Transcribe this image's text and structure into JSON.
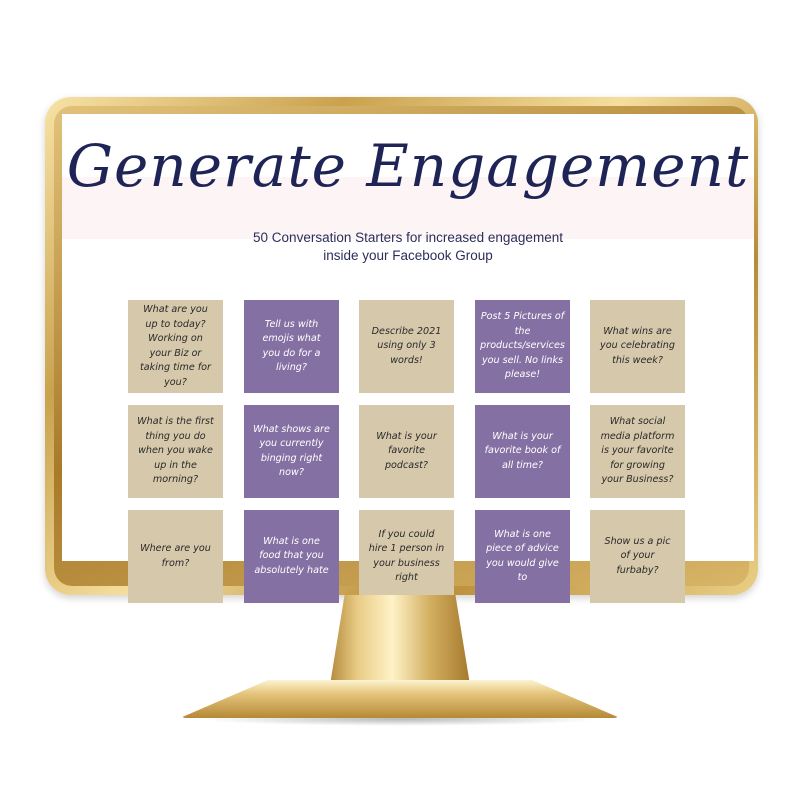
{
  "screen": {
    "title": "Generate Engagement",
    "subtitle_line1": "50 Conversation Starters for increased engagement",
    "subtitle_line2": "inside your Facebook Group"
  },
  "cards": [
    {
      "text": "What are you up to today? Working on your Biz or taking time for you?",
      "color": "beige"
    },
    {
      "text": "Tell us with emojis what you do for a living?",
      "color": "purple"
    },
    {
      "text": "Describe 2021 using only 3 words!",
      "color": "beige"
    },
    {
      "text": "Post 5 Pictures of the products/services you sell. No links please!",
      "color": "purple"
    },
    {
      "text": "What wins are you celebrating this week?",
      "color": "beige"
    },
    {
      "text": "What is the first thing you do when you wake up in the morning?",
      "color": "beige"
    },
    {
      "text": "What shows are you currently binging right now?",
      "color": "purple"
    },
    {
      "text": "What is your favorite podcast?",
      "color": "beige"
    },
    {
      "text": "What is your favorite book of all time?",
      "color": "purple"
    },
    {
      "text": "What social media platform is your favorite for growing your Business?",
      "color": "beige"
    },
    {
      "text": "Where are you from?",
      "color": "beige"
    },
    {
      "text": "What is one food that you absolutely hate",
      "color": "purple"
    },
    {
      "text": "If you could hire 1 person in your business right",
      "color": "beige"
    },
    {
      "text": "What is one piece of advice you would give to",
      "color": "purple"
    },
    {
      "text": "Show us a pic of your furbaby?",
      "color": "beige"
    }
  ],
  "colors": {
    "beige": "#d6c8ab",
    "purple": "#8570a3",
    "title": "#1f2456"
  }
}
